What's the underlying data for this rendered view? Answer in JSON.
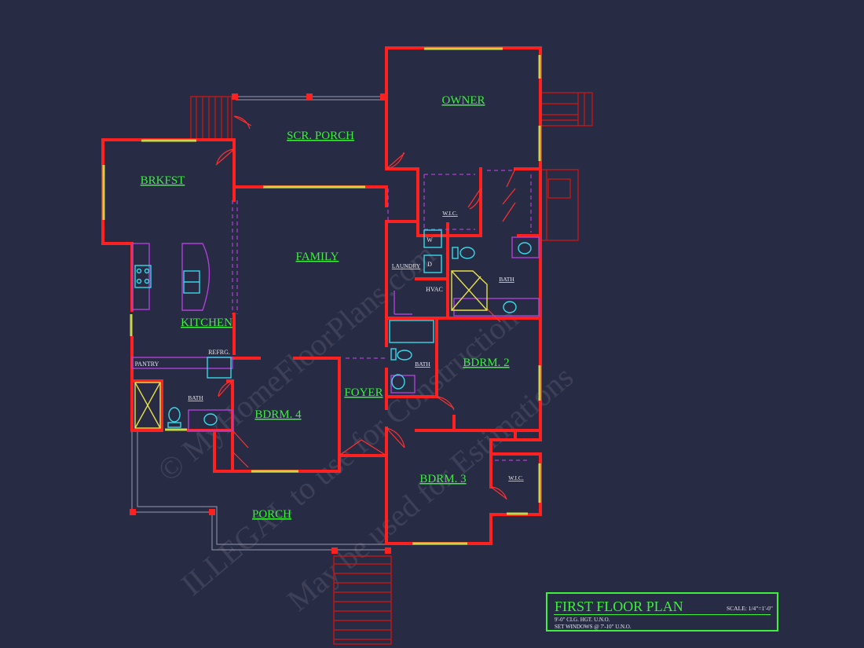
{
  "rooms": {
    "owner": "OWNER",
    "scr_porch": "SCR. PORCH",
    "brkfst": "BRKFST",
    "family": "FAMILY",
    "kitchen": "KITCHEN",
    "foyer": "FOYER",
    "bdrm2": "BDRM. 2",
    "bdrm3": "BDRM. 3",
    "bdrm4": "BDRM. 4",
    "porch": "PORCH"
  },
  "small_labels": {
    "wic_owner": "W.I.C.",
    "laundry": "LAUNDRY",
    "washer": "W",
    "dryer": "D",
    "hvac": "HVAC",
    "bath_owner": "BATH",
    "bath_hall": "BATH",
    "bath_bdrm4": "BATH",
    "pantry": "PANTRY",
    "refrg": "REFRG.",
    "wic_bdrm3": "W.I.C."
  },
  "title_block": {
    "title": "FIRST FLOOR PLAN",
    "scale": "SCALE: 1/4\"=1'-0\"",
    "note1": "9'-0\" CLG. HGT. U.N.O.",
    "note2": "SET WINDOWS @ 7'-10\" U.N.O."
  },
  "watermark": {
    "line1": "© MyHomeFloorPlans.com",
    "line2": "ILLEGAL to use for Construction",
    "line3": "May be used for Estimations"
  },
  "colors": {
    "background": "#272b44",
    "walls": "#ff2020",
    "labels": "#3cf03c",
    "fixtures": "#38d8e8",
    "cabinets": "#b040d8",
    "windows": "#c8d84a"
  }
}
